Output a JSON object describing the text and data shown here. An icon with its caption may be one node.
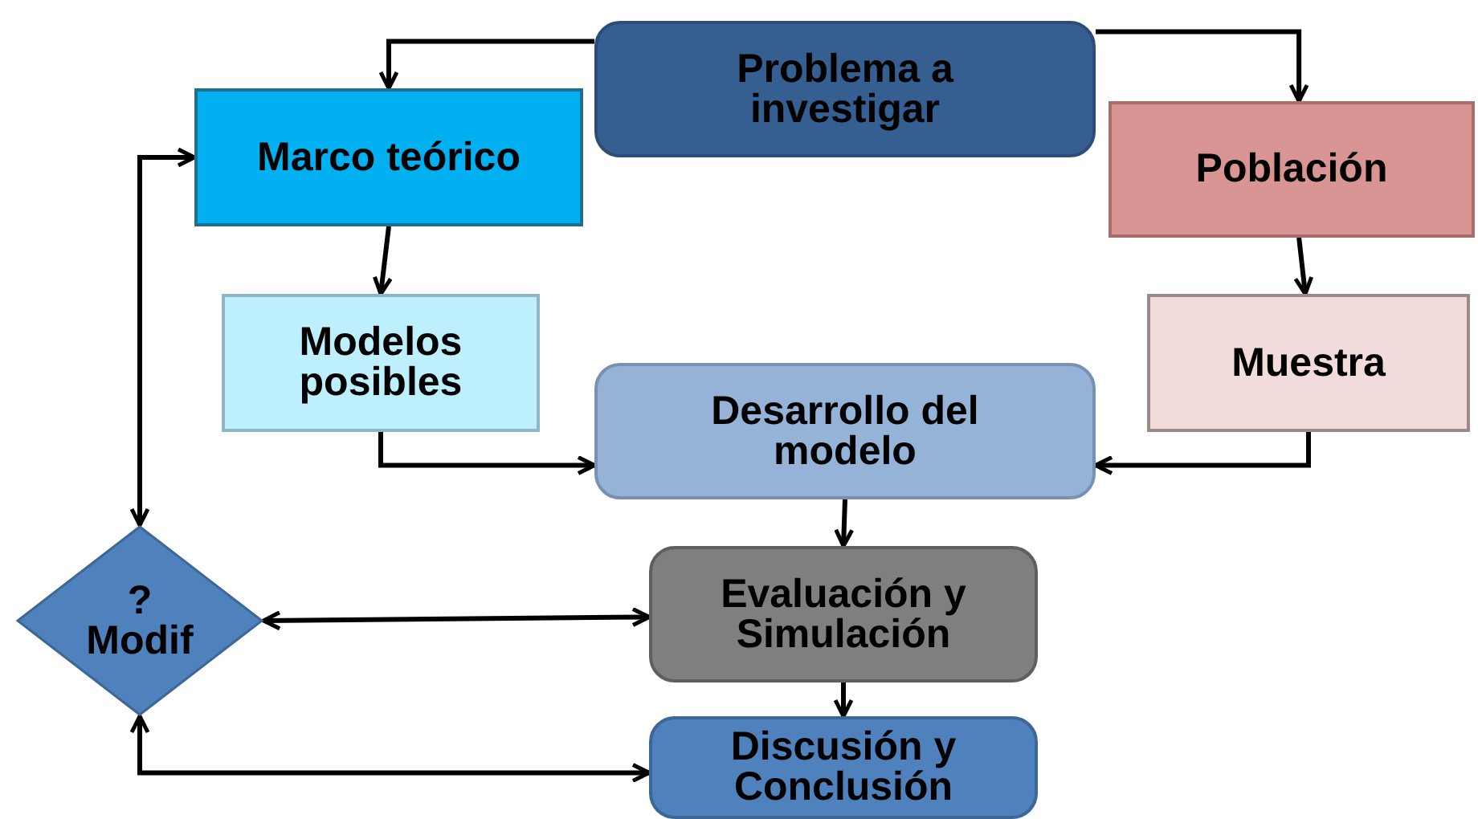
{
  "diagram": {
    "nodes": [
      {
        "text": [
          "Problema a investigar"
        ]
      },
      {
        "text": [
          "Marco teórico"
        ]
      },
      {
        "text": [
          "Población"
        ]
      },
      {
        "text": [
          "Modelos posibles"
        ]
      },
      {
        "text": [
          "Muestra"
        ]
      },
      {
        "text": [
          "Desarrollo del modelo"
        ]
      },
      {
        "text": [
          "? Modif"
        ]
      },
      {
        "text": [
          "Evaluación y Simulación"
        ]
      },
      {
        "text": [
          "Discusión y Conclusión"
        ]
      }
    ],
    "edges": [
      {
        "from": 0,
        "to": 1,
        "arrow": "to"
      },
      {
        "from": 0,
        "to": 2,
        "arrow": "to"
      },
      {
        "from": 1,
        "to": 3,
        "arrow": "to"
      },
      {
        "from": 2,
        "to": 4,
        "arrow": "to"
      },
      {
        "from": 3,
        "to": 5,
        "arrow": "to"
      },
      {
        "from": 4,
        "to": 5,
        "arrow": "to"
      },
      {
        "from": 5,
        "to": 7,
        "arrow": "to"
      },
      {
        "from": 7,
        "to": 8,
        "arrow": "to"
      },
      {
        "from": 6,
        "to": 1,
        "arrow": "both"
      },
      {
        "from": 6,
        "to": 7,
        "arrow": "both"
      },
      {
        "from": 6,
        "to": 8,
        "arrow": "both"
      }
    ]
  }
}
